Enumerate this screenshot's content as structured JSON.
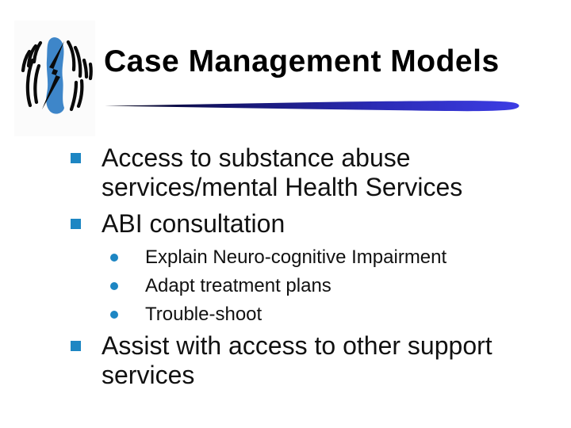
{
  "slide": {
    "title": "Case Management Models",
    "logo": {
      "icon": "hands-lightning-logo"
    },
    "decorations": {
      "swoosh": "title-underline-swoosh",
      "level1_marker": "square-bullet",
      "level2_marker": "round-bullet"
    },
    "bullets": [
      {
        "level": 1,
        "text": "Access to substance abuse services/mental Health Services"
      },
      {
        "level": 1,
        "text": "ABI consultation"
      },
      {
        "level": 2,
        "text": "Explain Neuro-cognitive Impairment"
      },
      {
        "level": 2,
        "text": "Adapt treatment plans"
      },
      {
        "level": 2,
        "text": "Trouble-shoot"
      },
      {
        "level": 1,
        "text": "Assist with access to other support services"
      }
    ],
    "colors": {
      "title": "#000000",
      "body": "#111111",
      "bullet": "#1d86c3",
      "logo_blue": "#3e86c9",
      "logo_ink": "#0a0a0a",
      "swoosh_start": "#000014",
      "swoosh_mid1": "#15156e",
      "swoosh_mid2": "#2b2bb4",
      "swoosh_end": "#3c3ce4"
    }
  }
}
